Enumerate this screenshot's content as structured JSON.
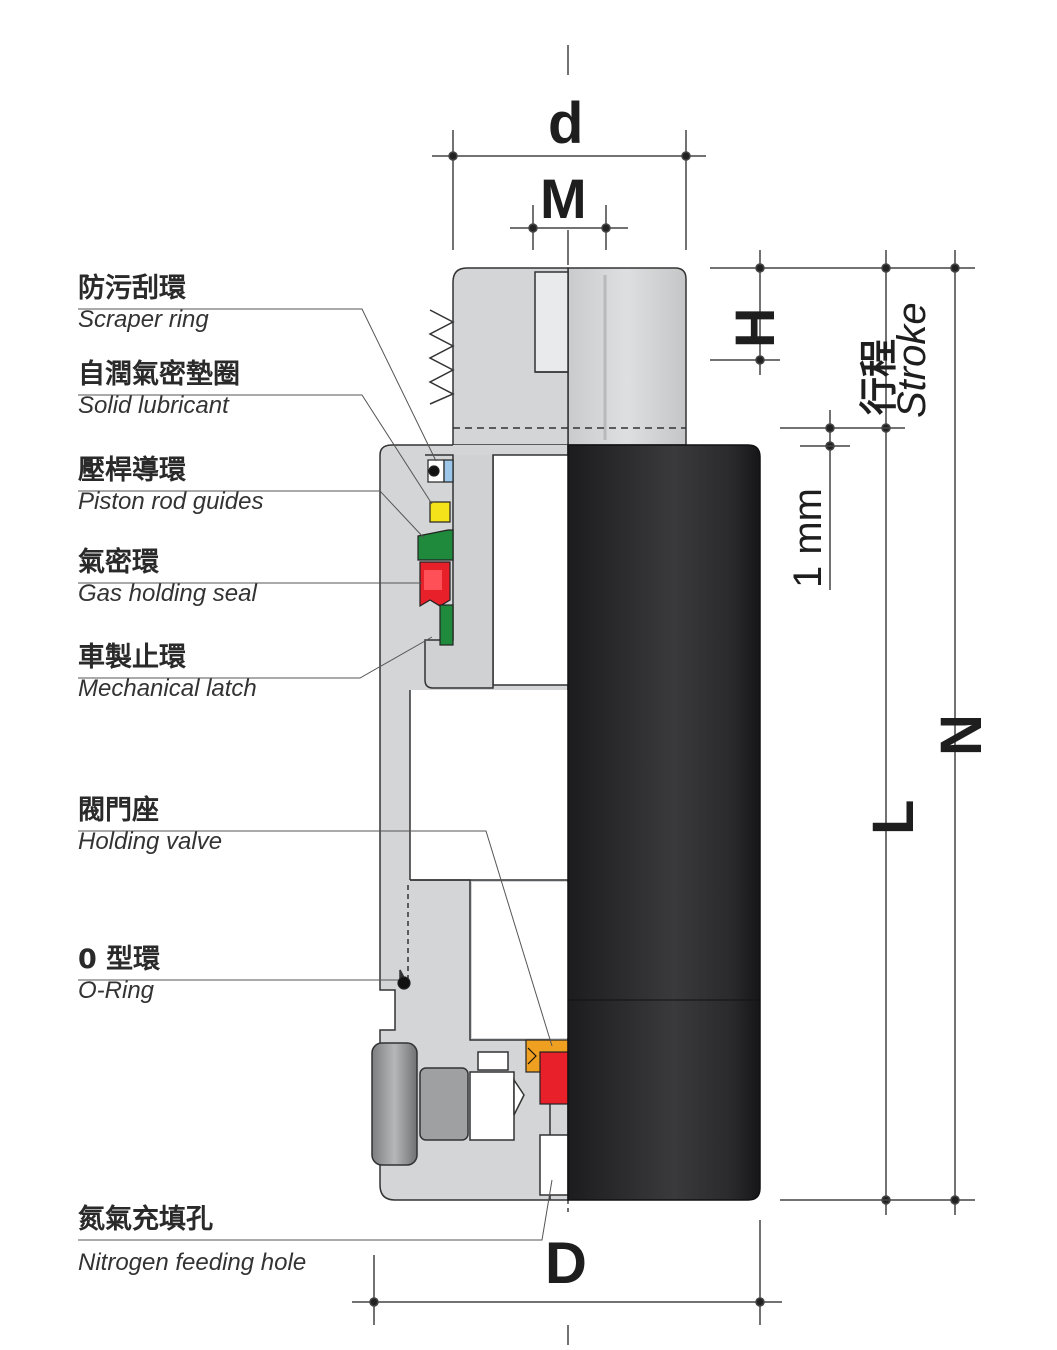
{
  "labels": [
    {
      "id": "scraper-ring",
      "zh": "防污刮環",
      "en": "Scraper ring"
    },
    {
      "id": "solid-lubricant",
      "zh": "自潤氣密墊圈",
      "en": "Solid lubricant"
    },
    {
      "id": "piston-rod-guides",
      "zh": "壓桿導環",
      "en": "Piston rod guides"
    },
    {
      "id": "gas-holding-seal",
      "zh": "氣密環",
      "en": "Gas holding seal"
    },
    {
      "id": "mechanical-latch",
      "zh": "車製止環",
      "en": "Mechanical latch"
    },
    {
      "id": "holding-valve",
      "zh": "閥門座",
      "en": "Holding valve"
    },
    {
      "id": "o-ring",
      "zh": "0 型環",
      "en": "O-Ring"
    },
    {
      "id": "nitrogen-feeding-hole",
      "zh": "氮氣充填孔",
      "en": "Nitrogen feeding hole"
    }
  ],
  "dimensions": {
    "d": "d",
    "M": "M",
    "H": "H",
    "stroke_zh": "行程",
    "stroke_en": "Stroke",
    "one_mm": "1 mm",
    "L": "L",
    "N": "N",
    "D": "D"
  },
  "colors": {
    "body_gray": "#d3d5d6",
    "rod_gray": "#d0d2d3",
    "cylinder_dark": "#2b2b2d",
    "seal_red": "#e8202a",
    "seal_green": "#1f8a3c",
    "seal_yellow": "#f4e21a",
    "seal_blue": "#9cc7ea",
    "valve_orange": "#f0a020",
    "outline": "#333333"
  }
}
